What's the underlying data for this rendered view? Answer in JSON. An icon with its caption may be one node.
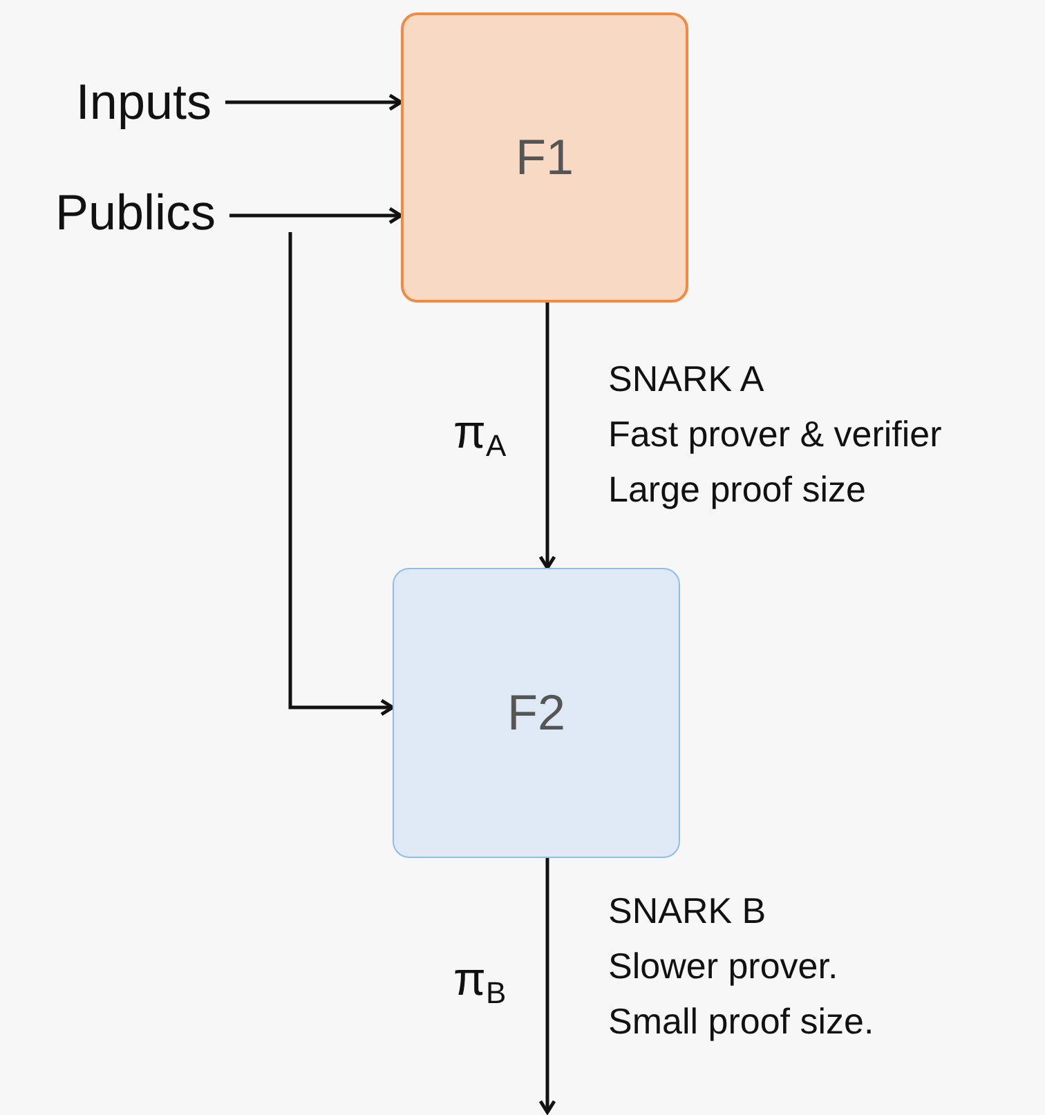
{
  "diagram": {
    "nodes": [
      {
        "text": [
          "Inputs"
        ]
      },
      {
        "text": [
          "Publics"
        ]
      },
      {
        "text": [
          "F1"
        ]
      },
      {
        "text": [
          "F2"
        ]
      }
    ],
    "edges": [
      {
        "from": 0,
        "to": 2,
        "arrow": "to"
      },
      {
        "from": 1,
        "to": 2,
        "arrow": "to"
      },
      {
        "from": 1,
        "to": 3,
        "arrow": "to"
      },
      {
        "from": 2,
        "to": 3,
        "arrow": "to",
        "label": "π$_{A}$"
      },
      {
        "from": 3,
        "to": null,
        "arrow": "to",
        "label": "π$_{B}$"
      }
    ],
    "labels": [
      "SNARK A",
      "Fast prover & verifier",
      "Large proof size",
      "SNARK B",
      "Slower prover.",
      "Small proof size."
    ]
  }
}
